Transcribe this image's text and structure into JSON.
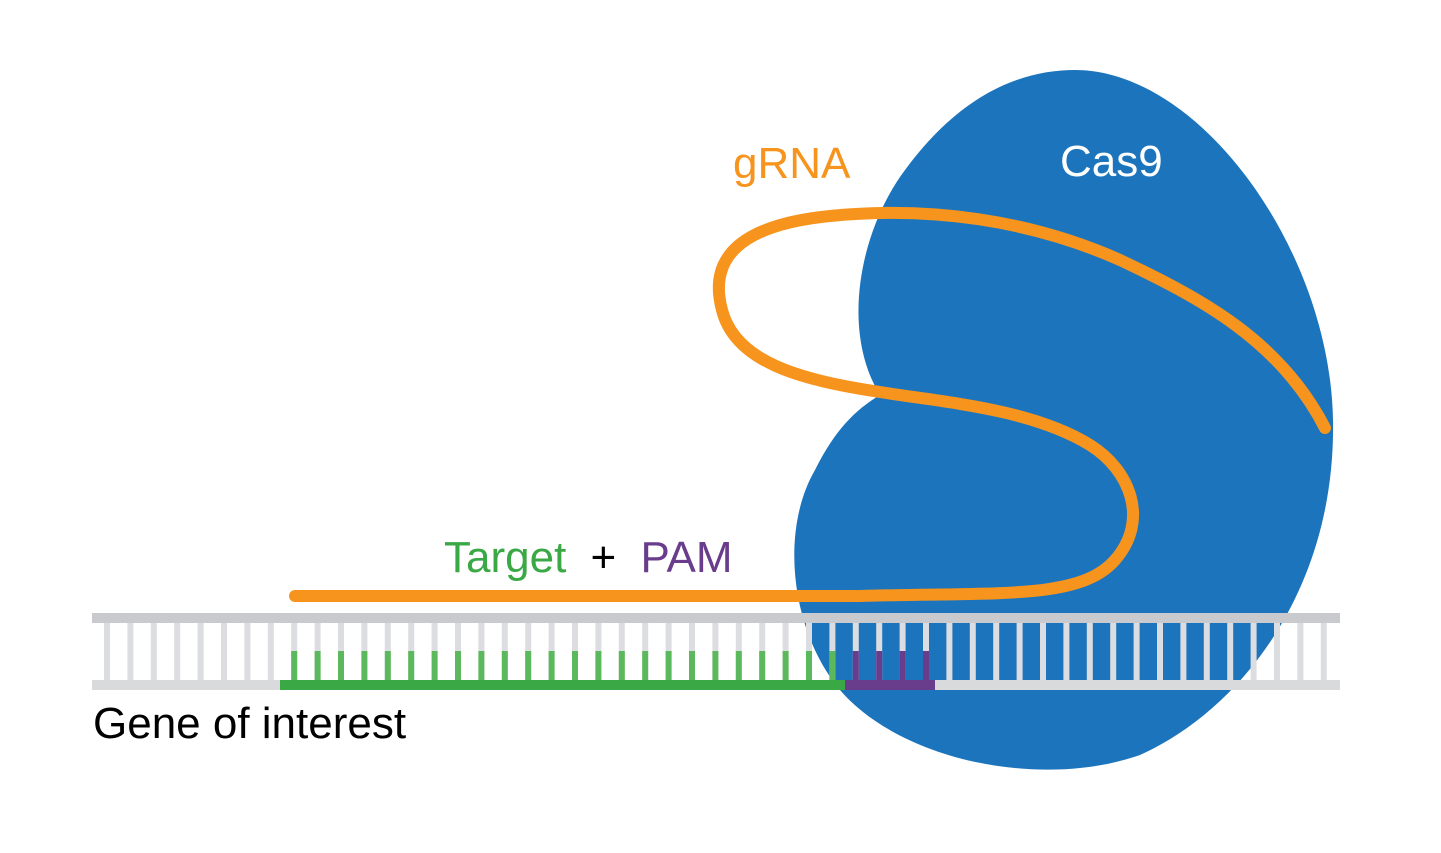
{
  "labels": {
    "grna": "gRNA",
    "cas9": "Cas9",
    "target": "Target",
    "plus": "+",
    "pam": "PAM",
    "gene": "Gene of interest"
  },
  "colors": {
    "cas9": "#1c75bc",
    "grna": "#f7941d",
    "target": "#39a845",
    "target_rungs": "#5cb85c",
    "pam": "#6a3d8c",
    "dna_top": "#c8cacd",
    "dna_bottom": "#d9dadc",
    "dna_rung": "#dcdde0",
    "text": "#000000",
    "cas9_text": "#ffffff"
  }
}
